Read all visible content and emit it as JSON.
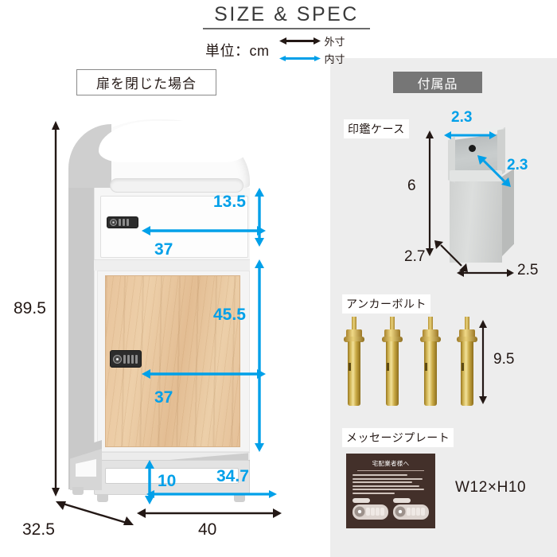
{
  "header": {
    "title": "SIZE & SPEC",
    "unit_label": "単位：cm",
    "legend": [
      {
        "key": "exterior-arrow",
        "label": "外寸",
        "color": "#231815"
      },
      {
        "key": "interior-arrow",
        "label": "内寸",
        "color": "#00a0e9"
      }
    ]
  },
  "left_section": {
    "header": "扉を閉じた場合",
    "dimensions": {
      "total_height": "89.5",
      "upper_inner_height": "13.5",
      "upper_inner_width": "37",
      "lower_inner_height": "45.5",
      "lower_inner_width": "37",
      "leg_height": "10",
      "inner_bottom_width": "34.7",
      "depth": "32.5",
      "width": "40"
    }
  },
  "accessories": {
    "header": "付属品",
    "stamp_case": {
      "label": "印鑑ケース",
      "top_width": "2.3",
      "inner_depth": "2.3",
      "height": "6",
      "base_depth": "2.7",
      "base_width": "2.5"
    },
    "anchor_bolt": {
      "label": "アンカーボルト",
      "length": "9.5",
      "count": 4
    },
    "message_plate": {
      "label": "メッセージプレート",
      "size": "W12×H10",
      "plate_title": "宅配業者様へ"
    }
  },
  "colors": {
    "accent_blue": "#00a0e9",
    "ink": "#231815",
    "panel_bg": "#ededed",
    "accessory_header_bg": "#767676",
    "wood": "#e8c49c",
    "plate_bg": "#43302a",
    "bolt_brass": "#cdb04e"
  }
}
